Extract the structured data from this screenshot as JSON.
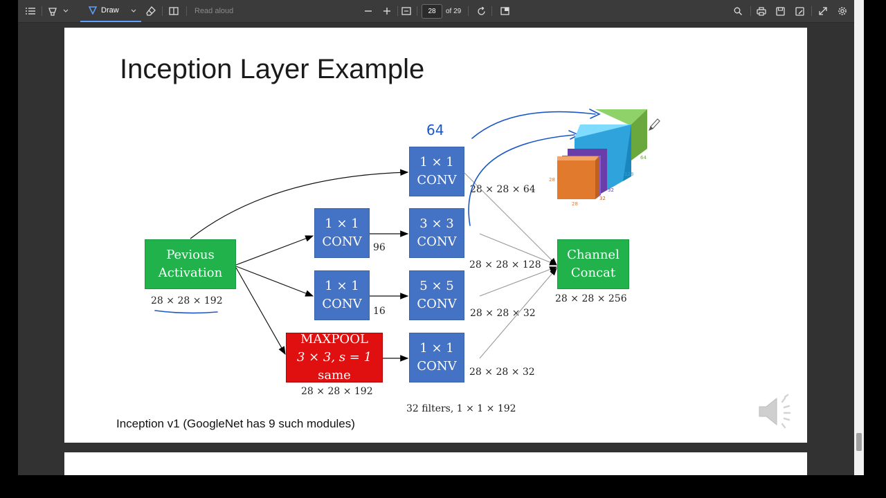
{
  "toolbar": {
    "draw_label": "Draw",
    "read_aloud_label": "Read aloud",
    "page_number": "28",
    "page_total": "of 29"
  },
  "slide": {
    "title": "Inception Layer Example",
    "footer_note": "Inception v1 (GoogleNet has 9 such modules)",
    "boxes": {
      "prev_line1": "Pevious",
      "prev_line2": "Activation",
      "conv1_top": "1 × 1",
      "conv1_bottom": "CONV",
      "conv_a_top": "1 × 1",
      "conv_a_bottom": "CONV",
      "conv_b_top": "1 × 1",
      "conv_b_bottom": "CONV",
      "maxpool_line1": "MAXPOOL",
      "maxpool_line2": "3 × 3, s = 1",
      "maxpool_line3": "same",
      "conv3_top": "3 × 3",
      "conv3_bottom": "CONV",
      "conv5_top": "5 × 5",
      "conv5_bottom": "CONV",
      "conv_c_top": "1 × 1",
      "conv_c_bottom": "CONV",
      "concat_line1": "Channel",
      "concat_line2": "Concat"
    },
    "dims": {
      "prev": "28 × 28 × 192",
      "maxpool": "28 × 28 × 192",
      "concat": "28 × 28 × 256",
      "out1": "28 × 28 × 64",
      "out2": "28 × 28 × 128",
      "out3": "28 × 28 × 32",
      "out4": "28 × 28 × 32",
      "ch96": "96",
      "ch16": "16",
      "filters": "32 filters, 1 × 1 × 192"
    },
    "handwriting": {
      "top_note": "64"
    },
    "cube_labels": {
      "l64": "64",
      "l128": "128",
      "l32a": "32",
      "l32b": "32",
      "l28a": "28",
      "l28b": "28"
    }
  },
  "colors": {
    "blue_box": "#4472c4",
    "green_box": "#21b24c",
    "red_box": "#e01010",
    "ink": "#1a56c8"
  }
}
